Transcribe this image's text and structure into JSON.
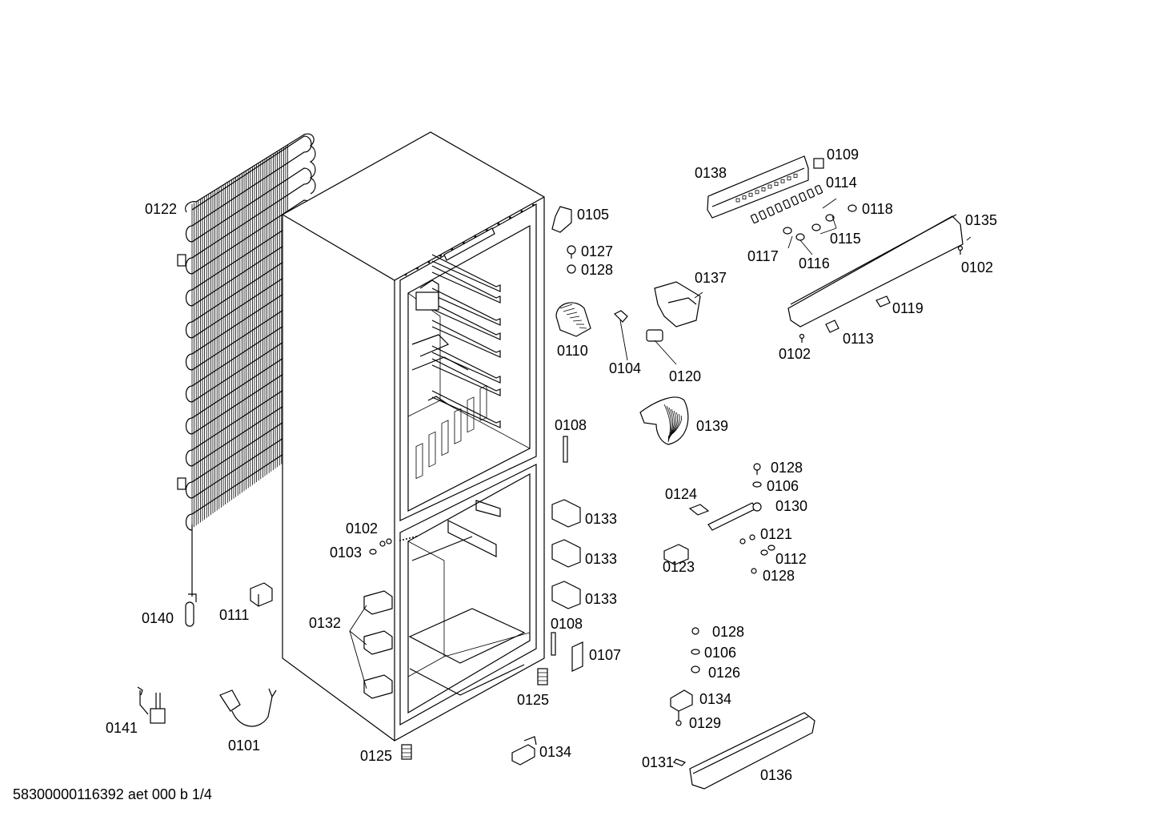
{
  "drawing_number": "58300000116392 aet 000 b 1/4",
  "parts": {
    "p0122": "0122",
    "p0140": "0140",
    "p0111": "0111",
    "p0141": "0141",
    "p0101": "0101",
    "p0132": "0132",
    "p0102a": "0102",
    "p0103": "0103",
    "p0125a": "0125",
    "p0125b": "0125",
    "p0134a": "0134",
    "p0108a": "0108",
    "p0108b": "0108",
    "p0107": "0107",
    "p0133a": "0133",
    "p0133b": "0133",
    "p0133c": "0133",
    "p0105": "0105",
    "p0127": "0127",
    "p0128a": "0128",
    "p0110": "0110",
    "p0104": "0104",
    "p0120": "0120",
    "p0137": "0137",
    "p0139": "0139",
    "p0138": "0138",
    "p0109": "0109",
    "p0114": "0114",
    "p0118": "0118",
    "p0115": "0115",
    "p0117": "0117",
    "p0116": "0116",
    "p0135": "0135",
    "p0102b": "0102",
    "p0119": "0119",
    "p0113": "0113",
    "p0102c": "0102",
    "p0128b": "0128",
    "p0106a": "0106",
    "p0124": "0124",
    "p0130": "0130",
    "p0121": "0121",
    "p0112": "0112",
    "p0123": "0123",
    "p0128c": "0128",
    "p0128d": "0128",
    "p0106b": "0106",
    "p0126": "0126",
    "p0134b": "0134",
    "p0129": "0129",
    "p0131": "0131",
    "p0136": "0136"
  }
}
